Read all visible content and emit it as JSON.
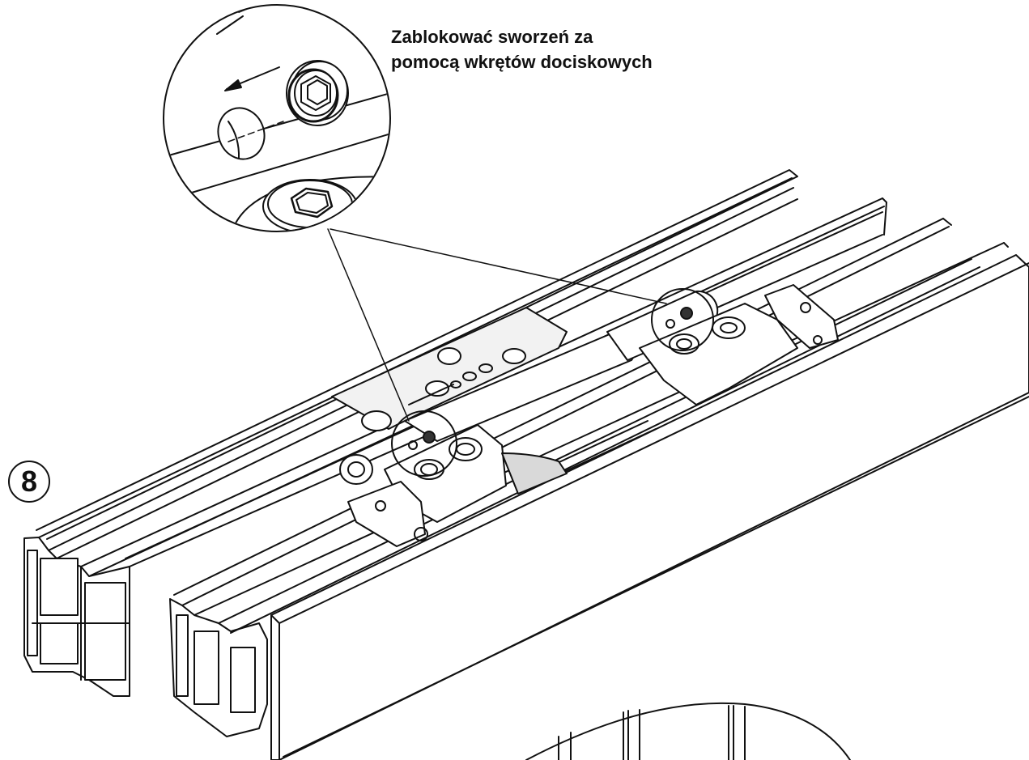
{
  "callout": {
    "line1": "Zablokować sworzeń za",
    "line2": "pomocą wkrętów dociskowych"
  },
  "step": {
    "number": "8"
  },
  "colors": {
    "line": "#111111",
    "background": "#ffffff",
    "fill_light": "#f2f2f2",
    "fill_mid": "#d9d9d9"
  },
  "icons": [
    "direction-arrow-icon",
    "hex-socket-icon",
    "set-screw-icon"
  ]
}
